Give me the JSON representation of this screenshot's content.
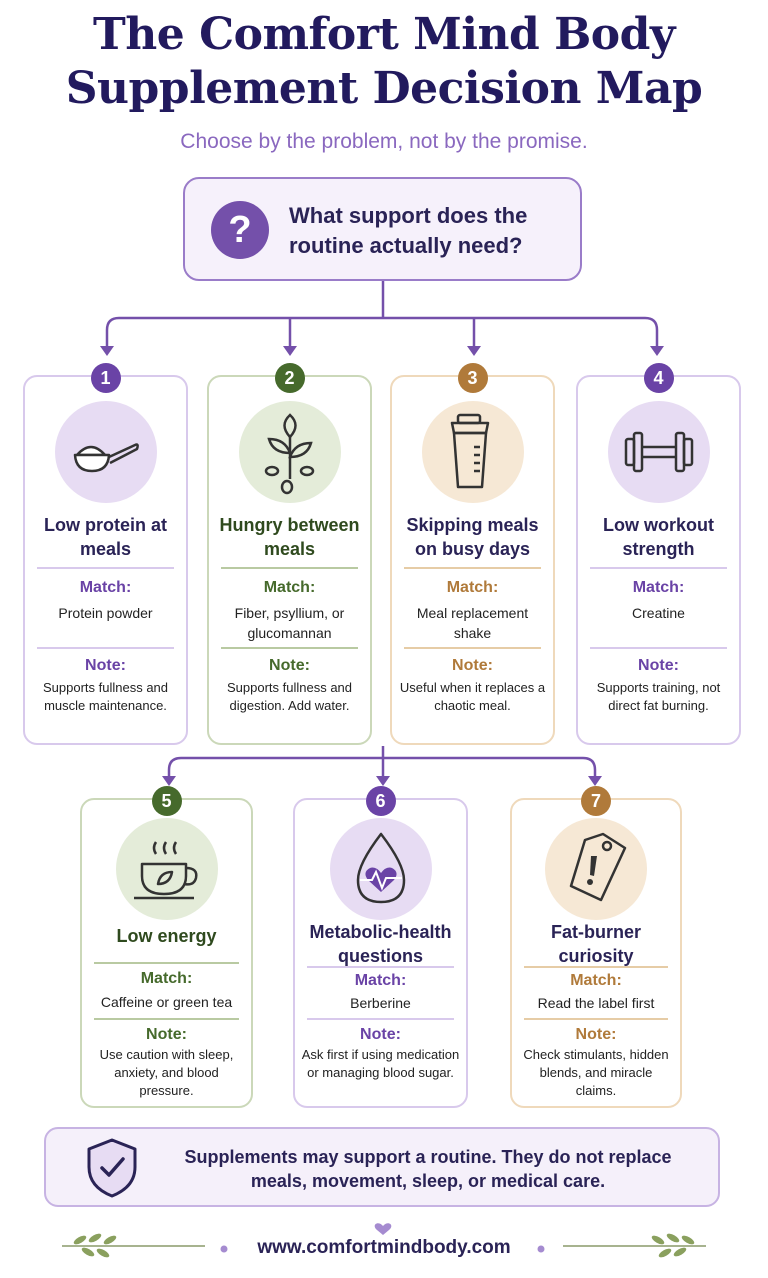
{
  "header": {
    "title": "The Comfort Mind Body Supplement Decision Map",
    "subtitle": "Choose by the problem, not by the promise."
  },
  "question": {
    "text": "What support does the routine actually need?",
    "icon": "question-icon",
    "badge": "?"
  },
  "options": [
    {
      "number": "1",
      "title": "Low protein at meals",
      "match_label": "Match:",
      "match": "Protein powder",
      "note_label": "Note:",
      "note": "Supports fullness and muscle maintenance.",
      "icon": "scoop-icon",
      "color": "#6a43a6",
      "light": "#e7dcf3"
    },
    {
      "number": "2",
      "title": "Hungry between meals",
      "match_label": "Match:",
      "match": "Fiber, psyllium, or glucomannan",
      "note_label": "Note:",
      "note": "Supports fullness and digestion. Add water.",
      "icon": "plant-seeds-icon",
      "color": "#466a2c",
      "light": "#e4ecd9"
    },
    {
      "number": "3",
      "title": "Skipping meals on busy days",
      "match_label": "Match:",
      "match": "Meal replacement shake",
      "note_label": "Note:",
      "note": "Useful when it replaces a chaotic meal.",
      "icon": "shaker-bottle-icon",
      "color": "#b07a3a",
      "light": "#f6e8d5"
    },
    {
      "number": "4",
      "title": "Low workout strength",
      "match_label": "Match:",
      "match": "Creatine",
      "note_label": "Note:",
      "note": "Supports training, not direct fat burning.",
      "icon": "dumbbell-icon",
      "color": "#6a43a6",
      "light": "#e7dcf3"
    },
    {
      "number": "5",
      "title": "Low energy",
      "match_label": "Match:",
      "match": "Caffeine or green tea",
      "note_label": "Note:",
      "note": "Use caution with sleep, anxiety, and blood pressure.",
      "icon": "tea-cup-icon",
      "color": "#466a2c",
      "light": "#e4ecd9"
    },
    {
      "number": "6",
      "title": "Metabolic-health questions",
      "match_label": "Match:",
      "match": "Berberine",
      "note_label": "Note:",
      "note": "Ask first if using medication or managing blood sugar.",
      "icon": "blood-drop-heart-icon",
      "color": "#6a43a6",
      "light": "#e7dcf3"
    },
    {
      "number": "7",
      "title": "Fat-burner curiosity",
      "match_label": "Match:",
      "match": "Read the label first",
      "note_label": "Note:",
      "note": "Check stimulants, hidden blends, and miracle claims.",
      "icon": "warning-tag-icon",
      "color": "#b07a3a",
      "light": "#f6e8d5"
    }
  ],
  "footer": {
    "text": "Supplements may support a routine. They do not replace meals, movement, sleep, or medical care.",
    "icon": "shield-check-icon",
    "url": "www.comfortmindbody.com"
  }
}
